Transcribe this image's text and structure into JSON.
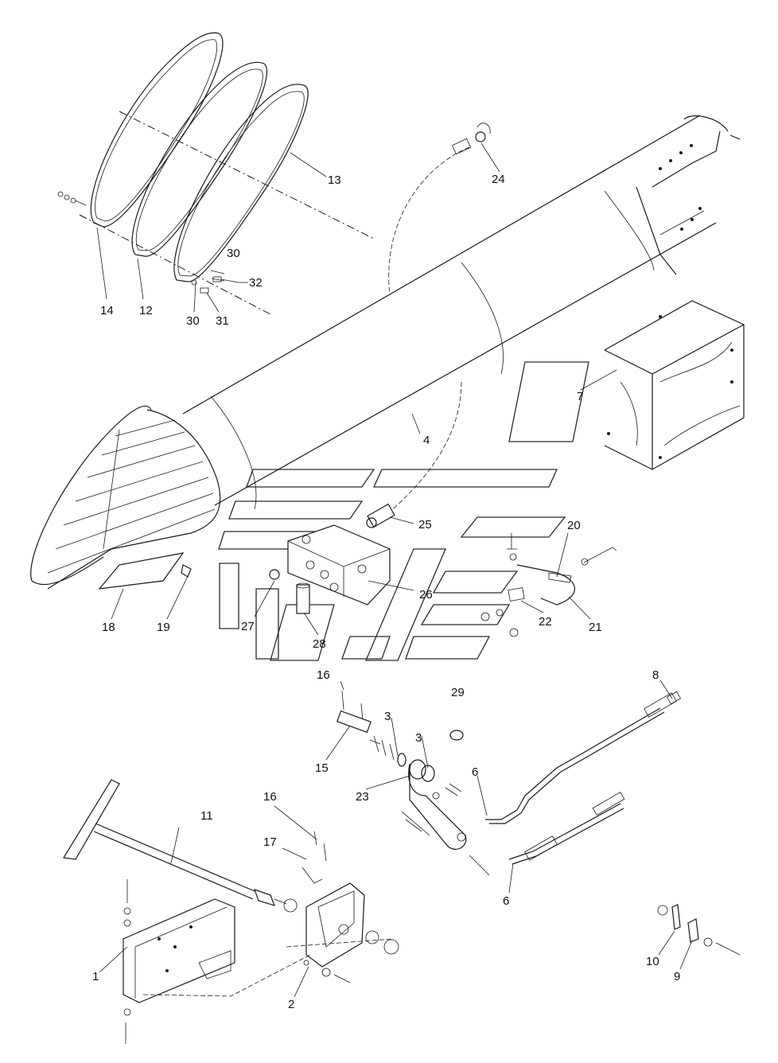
{
  "callouts": [
    {
      "id": "c1",
      "text": "1"
    },
    {
      "id": "c2",
      "text": "2"
    },
    {
      "id": "c3a",
      "text": "3"
    },
    {
      "id": "c3b",
      "text": "3"
    },
    {
      "id": "c4",
      "text": "4"
    },
    {
      "id": "c6a",
      "text": "6"
    },
    {
      "id": "c6b",
      "text": "6"
    },
    {
      "id": "c7",
      "text": "7"
    },
    {
      "id": "c8",
      "text": "8"
    },
    {
      "id": "c9",
      "text": "9"
    },
    {
      "id": "c10",
      "text": "10"
    },
    {
      "id": "c11",
      "text": "11"
    },
    {
      "id": "c12",
      "text": "12"
    },
    {
      "id": "c13",
      "text": "13"
    },
    {
      "id": "c14",
      "text": "14"
    },
    {
      "id": "c15",
      "text": "15"
    },
    {
      "id": "c16a",
      "text": "16"
    },
    {
      "id": "c16b",
      "text": "16"
    },
    {
      "id": "c17",
      "text": "17"
    },
    {
      "id": "c18",
      "text": "18"
    },
    {
      "id": "c19",
      "text": "19"
    },
    {
      "id": "c20",
      "text": "20"
    },
    {
      "id": "c21",
      "text": "21"
    },
    {
      "id": "c22",
      "text": "22"
    },
    {
      "id": "c23",
      "text": "23"
    },
    {
      "id": "c24",
      "text": "24"
    },
    {
      "id": "c25",
      "text": "25"
    },
    {
      "id": "c26",
      "text": "26"
    },
    {
      "id": "c27",
      "text": "27"
    },
    {
      "id": "c28",
      "text": "28"
    },
    {
      "id": "c29",
      "text": "29"
    },
    {
      "id": "c30a",
      "text": "30"
    },
    {
      "id": "c30b",
      "text": "30"
    },
    {
      "id": "c31",
      "text": "31"
    },
    {
      "id": "c32",
      "text": "32"
    }
  ],
  "watermark": {
    "color": "#2a2a2a"
  },
  "line_color": "#1a1a1a"
}
